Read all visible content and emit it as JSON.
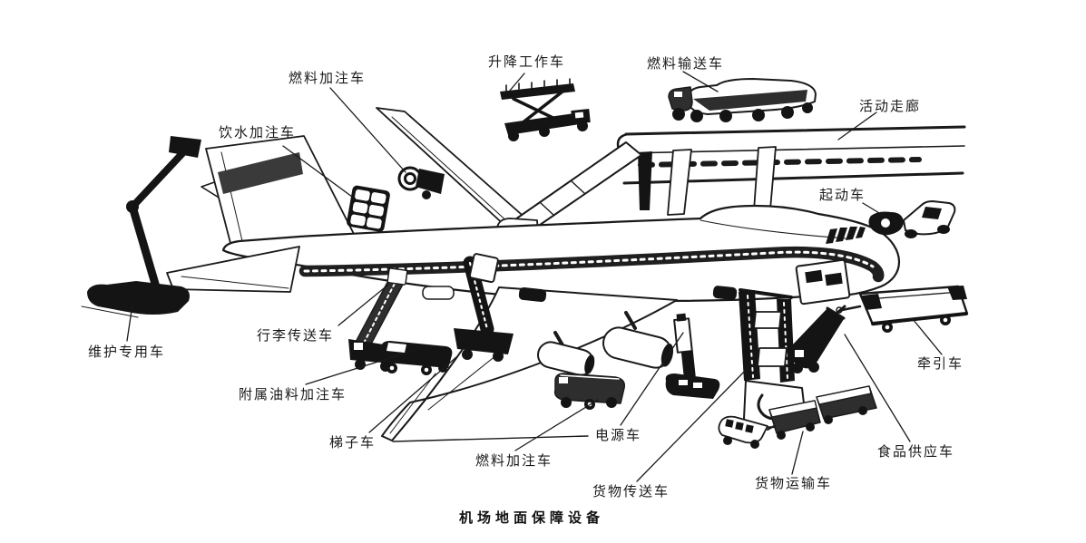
{
  "diagram": {
    "caption": "机场地面保障设备",
    "ink_color": "#1a1a1a",
    "paper_color": "#ffffff",
    "vehicles": [
      {
        "id": "fuel-filling-vehicle-top",
        "label": "燃料加注车"
      },
      {
        "id": "lift-work-vehicle",
        "label": "升降工作车"
      },
      {
        "id": "fuel-transport-vehicle",
        "label": "燃料输送车"
      },
      {
        "id": "movable-corridor",
        "label": "活动走廊"
      },
      {
        "id": "drinking-water-filling-vehicle",
        "label": "饮水加注车"
      },
      {
        "id": "starter-vehicle",
        "label": "起动车"
      },
      {
        "id": "maintenance-special-vehicle",
        "label": "维护专用车"
      },
      {
        "id": "baggage-conveyor-vehicle",
        "label": "行李传送车"
      },
      {
        "id": "auxiliary-oil-filling-vehicle",
        "label": "附属油料加注车"
      },
      {
        "id": "ladder-vehicle",
        "label": "梯子车"
      },
      {
        "id": "fuel-filling-vehicle-bottom",
        "label": "燃料加注车"
      },
      {
        "id": "power-supply-vehicle",
        "label": "电源车"
      },
      {
        "id": "cargo-conveyor-vehicle",
        "label": "货物传送车"
      },
      {
        "id": "cargo-transport-vehicle",
        "label": "货物运输车"
      },
      {
        "id": "food-supply-vehicle",
        "label": "食品供应车"
      },
      {
        "id": "tow-tractor",
        "label": "牵引车"
      }
    ]
  }
}
